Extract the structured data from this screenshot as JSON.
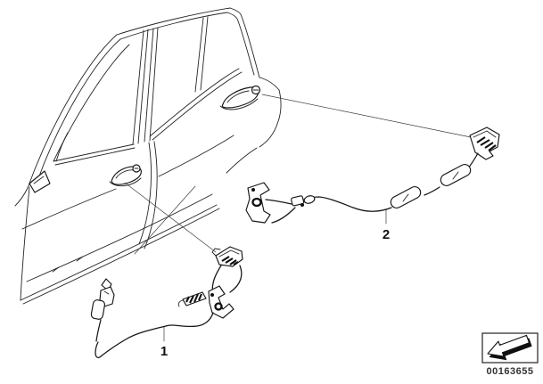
{
  "figure": {
    "callouts": [
      {
        "label": "1"
      },
      {
        "label": "2"
      }
    ],
    "diagram_number": "00163655",
    "icons": {
      "direction_arrow": "front-direction-arrow"
    }
  }
}
